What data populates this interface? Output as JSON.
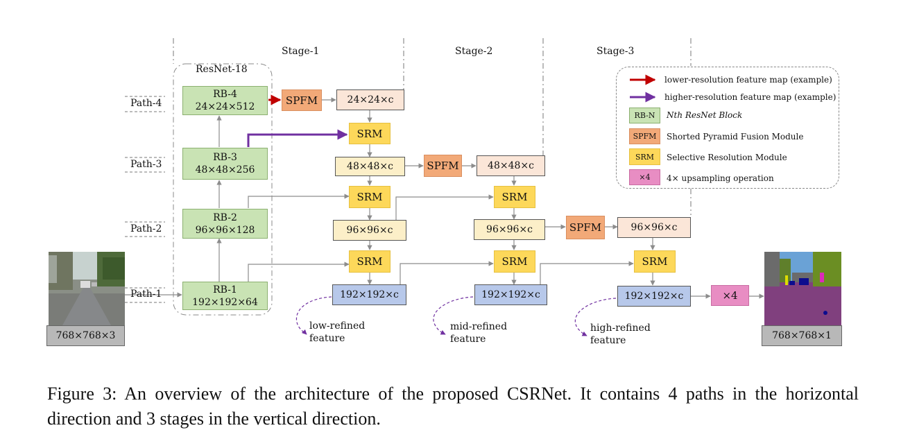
{
  "stages": [
    "Stage-1",
    "Stage-2",
    "Stage-3"
  ],
  "resnet_label": "ResNet-18",
  "paths": [
    "Path-4",
    "Path-3",
    "Path-2",
    "Path-1"
  ],
  "blocks": {
    "rb4": {
      "name": "RB-4",
      "dims": "24×24×512"
    },
    "rb3": {
      "name": "RB-3",
      "dims": "48×48×256"
    },
    "rb2": {
      "name": "RB-2",
      "dims": "96×96×128"
    },
    "rb1": {
      "name": "RB-1",
      "dims": "192×192×64"
    }
  },
  "modules": {
    "spfm": "SPFM",
    "srm": "SRM",
    "x4": "×4"
  },
  "feature_maps": {
    "f24": "24×24×c",
    "f48": "48×48×c",
    "f96": "96×96×c",
    "f192": "192×192×c"
  },
  "refined": {
    "low": [
      "low-refined",
      "feature"
    ],
    "mid": [
      "mid-refined",
      "feature"
    ],
    "high": [
      "high-refined",
      "feature"
    ]
  },
  "input_dims": "768×768×3",
  "output_dims": "768×768×1",
  "legend": {
    "lower": "lower-resolution feature map (example)",
    "higher": "higher-resolution feature map (example)",
    "rb_swatch": "RB-N",
    "rb_text": "Nth ResNet Block",
    "spfm_text": "Shorted Pyramid Fusion Module",
    "srm_text": "Selective Resolution Module",
    "x4_text": "4× upsampling operation"
  },
  "caption": "Figure 3:  An overview of the architecture of the proposed CSRNet.  It contains 4 paths in the horizontal direction and 3 stages in the vertical direction.",
  "colors": {
    "rb": "#c9e3b4",
    "spfm": "#f2a978",
    "srm": "#fdd85a",
    "fm_low": "#fbe6d8",
    "fm_mid": "#fcefc8",
    "fm_high": "#b7c8ea",
    "x4": "#e88dc3",
    "red_arrow": "#c00000",
    "purple_arrow": "#7030a0"
  }
}
